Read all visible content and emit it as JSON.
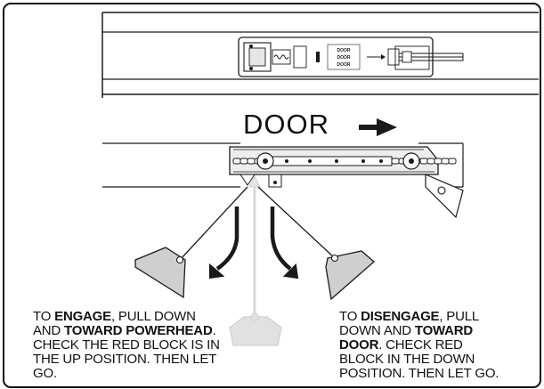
{
  "diagram": {
    "direction_label": "DOOR",
    "rail_label_lines": [
      "DOOR",
      "DOOR",
      "DOOR"
    ],
    "engage": {
      "text_1": "TO ",
      "bold_1": "ENGAGE",
      "text_2": ", PULL DOWN AND ",
      "bold_2": "TOWARD POWERHEAD",
      "text_3": ". CHECK THE RED BLOCK IS IN THE UP POSITION. THEN LET GO."
    },
    "disengage": {
      "text_1": "TO ",
      "bold_1": "DISENGAGE",
      "text_2": ", PULL DOWN AND ",
      "bold_2": "TOWARD DOOR",
      "text_3": ". CHECK RED BLOCK IN THE DOWN POSITION. THEN LET GO."
    },
    "colors": {
      "line": "#1a1a1a",
      "ghost": "#d9d9d9",
      "fill": "#cfcfcf"
    }
  }
}
